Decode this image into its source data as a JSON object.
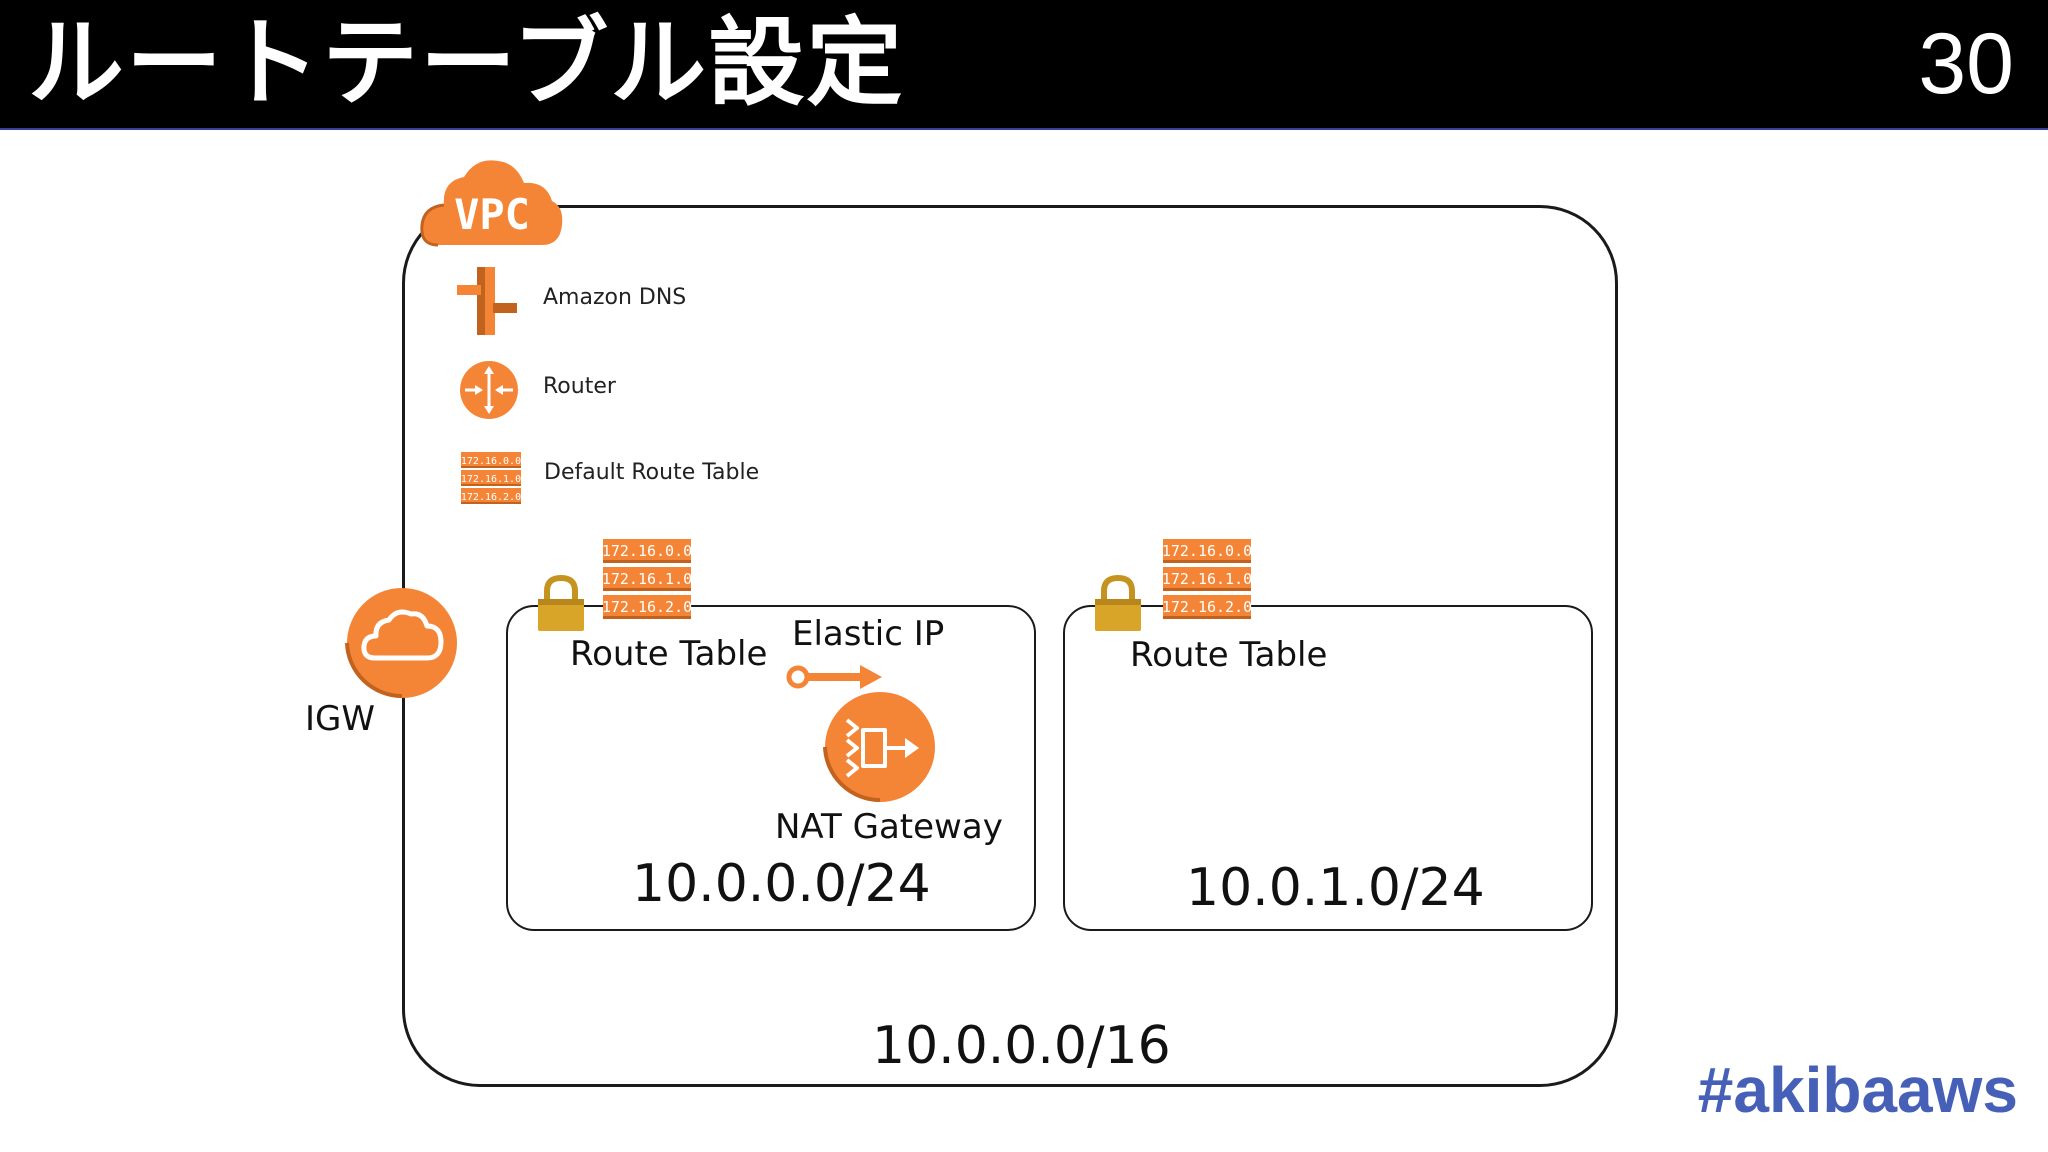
{
  "header": {
    "title": "ルートテーブル設定",
    "page_number": "30"
  },
  "vpc": {
    "badge": "VPC",
    "cidr": "10.0.0.0/16"
  },
  "legend": {
    "dns": "Amazon DNS",
    "router": "Router",
    "default_route_table": "Default Route Table"
  },
  "igw": {
    "label": "IGW"
  },
  "route_table_entries": [
    "172.16.0.0",
    "172.16.1.0",
    "172.16.2.0"
  ],
  "subnets": [
    {
      "route_table_label": "Route Table",
      "cidr": "10.0.0.0/24"
    },
    {
      "route_table_label": "Route Table",
      "cidr": "10.0.1.0/24"
    }
  ],
  "elastic_ip": {
    "label": "Elastic IP"
  },
  "nat_gateway": {
    "label": "NAT Gateway"
  },
  "footer": {
    "hashtag": "#akibaaws"
  },
  "colors": {
    "aws_orange": "#f58536",
    "header_bg": "#000000",
    "hashtag": "#4660b8",
    "lock_gold": "#d9a528"
  }
}
